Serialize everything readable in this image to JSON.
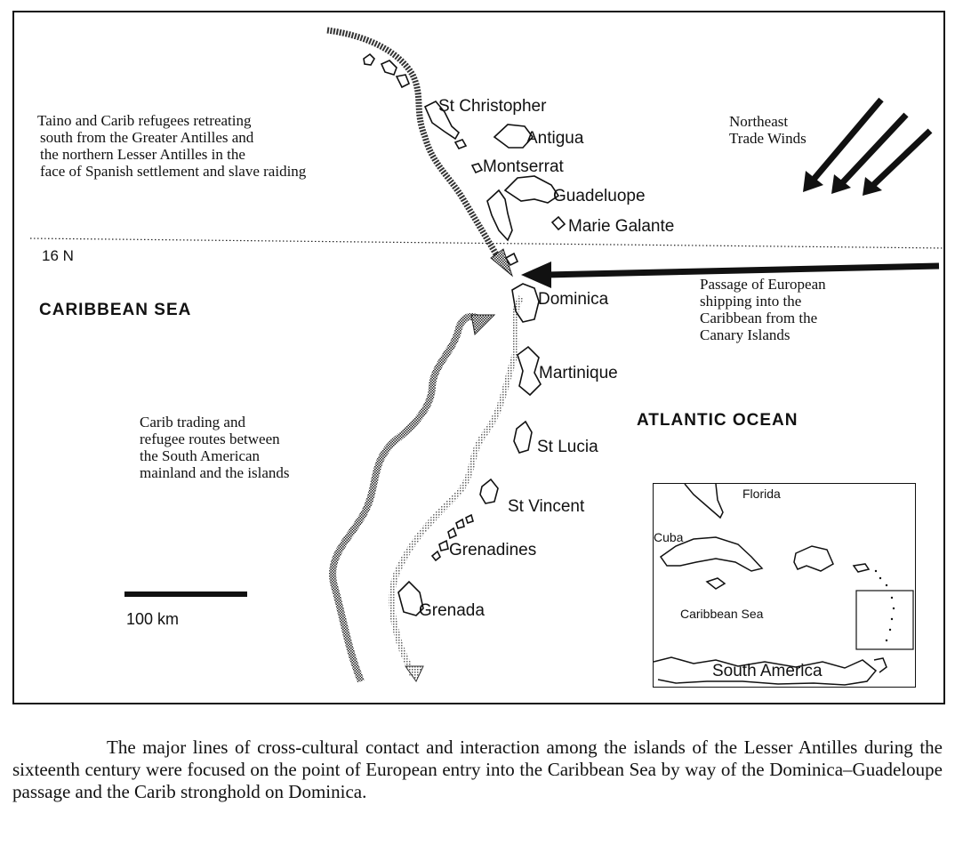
{
  "map": {
    "islands": [
      "St Christopher",
      "Antigua",
      "Montserrat",
      "Guadeluope",
      "Marie Galante",
      "Dominica",
      "Martinique",
      "St Lucia",
      "St Vincent",
      "Grenadines",
      "Grenada"
    ],
    "latitude_label": "16 N",
    "seas": {
      "caribbean": "CARIBBEAN SEA",
      "atlantic": "ATLANTIC OCEAN"
    },
    "notes": {
      "refugees": [
        "Taino and Carib refugees retreating",
        "south from the Greater Antilles and",
        "the northern Lesser Antilles in the",
        "face of Spanish settlement and slave raiding"
      ],
      "trade_winds": [
        "Northeast",
        "Trade Winds"
      ],
      "european_passage": [
        "Passage of European",
        "shipping into the",
        "Caribbean from the",
        "Canary Islands"
      ],
      "carib_routes": [
        "Carib trading and",
        "refugee routes between",
        "the South American",
        "mainland and the islands"
      ]
    },
    "scale_label": "100 km",
    "inset": {
      "labels": [
        "Florida",
        "Cuba",
        "Caribbean Sea",
        "South America"
      ]
    }
  },
  "caption": "The major lines of cross-cultural contact and interaction among the islands of the Lesser Antilles during the sixteenth century were focused on the point of European entry into the Caribbean Sea by way of the Dominica–Guadeloupe passage and the Carib stronghold on Dominica."
}
